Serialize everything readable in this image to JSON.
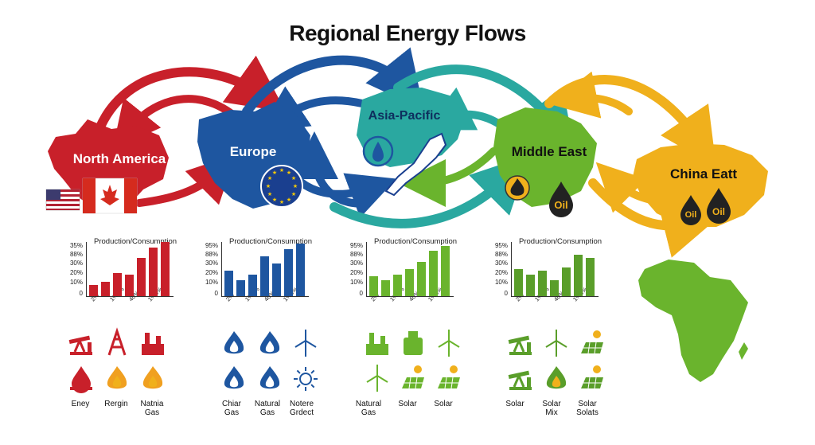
{
  "title": "Regional Energy Flows",
  "regions": [
    {
      "name": "North America",
      "color": "#c8202a"
    },
    {
      "name": "Europe",
      "color": "#1e56a0"
    },
    {
      "name": "Asia-Pacific",
      "color": "#2aa8a0"
    },
    {
      "name": "Middle East",
      "color": "#6ab42d"
    },
    {
      "name": "China Eatt",
      "color": "#f0b01c"
    }
  ],
  "badges": {
    "middle_east_oil": "Oil",
    "china_oil_1": "Oil",
    "china_oil_2": "Oil"
  },
  "panels": [
    {
      "title": "Production/Consumption",
      "yticks": [
        "35%",
        "88%",
        "30%",
        "20%",
        "10%",
        "0"
      ],
      "xticks": [
        "2%",
        "1%0%",
        "40%0",
        "1%0%"
      ],
      "values": [
        12,
        16,
        26,
        24,
        42,
        54,
        60
      ],
      "color": "#c8202a",
      "icons": [
        "oil-pump-icon",
        "oil-derrick-icon",
        "refinery-icon",
        "oil-drop-icon",
        "flame-icon",
        "flame-icon"
      ],
      "captions": [
        "Eney",
        "Rergin",
        "Natnia\nGas"
      ]
    },
    {
      "title": "Production/Consumption",
      "yticks": [
        "95%",
        "88%",
        "30%",
        "20%",
        "10%",
        "0"
      ],
      "xticks": [
        "2%",
        "1%0%",
        "40%0",
        "1%0%"
      ],
      "values": [
        28,
        18,
        24,
        44,
        36,
        52,
        58
      ],
      "color": "#1e56a0",
      "icons": [
        "flame-icon",
        "flame-icon",
        "wind-turbine-icon",
        "flame-icon",
        "flame-icon",
        "sun-icon"
      ],
      "captions": [
        "Chiar\nGas",
        "Natural\nGas",
        "Notere\nGrdect"
      ]
    },
    {
      "title": "Production/Consumption",
      "yticks": [
        "95%",
        "88%",
        "30%",
        "20%",
        "10%",
        "0"
      ],
      "xticks": [
        "2%",
        "1%0%",
        "40%0",
        "1%0%"
      ],
      "values": [
        22,
        18,
        24,
        30,
        38,
        50,
        56
      ],
      "color": "#6ab42d",
      "icons": [
        "refinery-icon",
        "tank-icon",
        "wind-turbine-icon",
        "wind-turbine-icon",
        "solar-panel-icon",
        "solar-panel-icon"
      ],
      "captions": [
        "Natural\nGas",
        "Solar",
        "Solar"
      ]
    },
    {
      "title": "Production/Consumption",
      "yticks": [
        "95%",
        "88%",
        "30%",
        "20%",
        "10%",
        "0"
      ],
      "xticks": [
        "2%",
        "1%0%",
        "40%0",
        "1%0%"
      ],
      "values": [
        30,
        24,
        28,
        18,
        32,
        46,
        42
      ],
      "color": "#5a9e2a",
      "icons": [
        "oil-pump-icon",
        "wind-turbine-icon",
        "solar-panel-icon",
        "oil-pump-icon",
        "flame-icon",
        "solar-panel-icon"
      ],
      "captions": [
        "Solar",
        "Solar\nMix",
        "Solar\nSolats"
      ]
    }
  ],
  "colors": {
    "red": "#c8202a",
    "blue": "#1e56a0",
    "teal": "#2aa8a0",
    "green": "#6ab42d",
    "yellow": "#f0b01c",
    "africa": "#6ab42d"
  }
}
